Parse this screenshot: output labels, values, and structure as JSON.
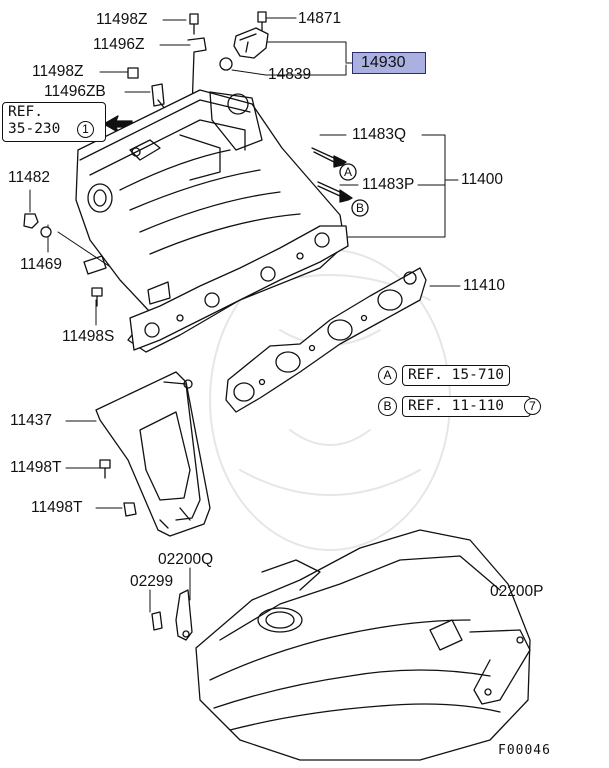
{
  "labels": {
    "p11498Z_top": "11498Z",
    "p11496Z": "11496Z",
    "p11498Z_left": "11498Z",
    "p11496ZB": "11496ZB",
    "p14871": "14871",
    "p14839": "14839",
    "p14930": "14930",
    "p11483Q": "11483Q",
    "p11483P": "11483P",
    "p11400": "11400",
    "p11482": "11482",
    "p11469": "11469",
    "p11498S": "11498S",
    "p11410": "11410",
    "p11437": "11437",
    "p11498T_a": "11498T",
    "p11498T_b": "11498T",
    "p02200Q": "02200Q",
    "p02299": "02299",
    "p02200P": "02200P"
  },
  "ref_top": {
    "line1": "REF.",
    "line2": "35-230",
    "circle": "1"
  },
  "callout_A": {
    "letter": "A",
    "text": "REF. 15-710"
  },
  "callout_B": {
    "letter": "B",
    "text": "REF. 11-110",
    "circle": "7"
  },
  "arrow_A": "A",
  "arrow_B": "B",
  "figure_code": "F00046",
  "colors": {
    "highlight": "#aab0e0",
    "ink": "#111111"
  }
}
